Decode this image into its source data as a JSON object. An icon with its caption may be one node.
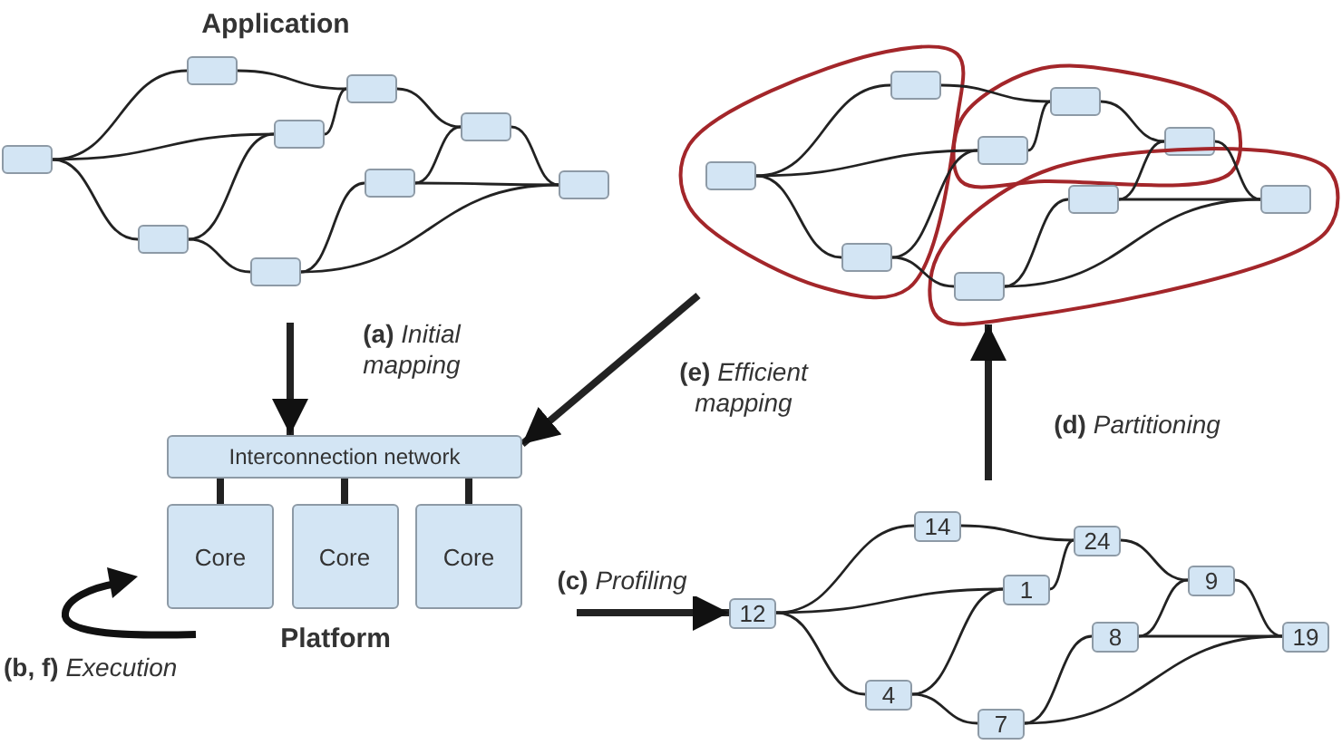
{
  "diagram": {
    "nodes": [
      {
        "text": [],
        "shape": "box"
      },
      {
        "text": [],
        "shape": "box"
      },
      {
        "text": [],
        "shape": "box"
      },
      {
        "text": [],
        "shape": "box"
      },
      {
        "text": [],
        "shape": "box"
      },
      {
        "text": [],
        "shape": "box"
      },
      {
        "text": [],
        "shape": "box"
      },
      {
        "text": [],
        "shape": "box"
      },
      {
        "text": [],
        "shape": "box"
      },
      {
        "text": [],
        "shape": "blob"
      },
      {
        "text": [],
        "shape": "box",
        "in": 9
      },
      {
        "text": [],
        "shape": "box",
        "in": 9
      },
      {
        "text": [],
        "shape": "box",
        "in": 9
      },
      {
        "text": [],
        "shape": "blob"
      },
      {
        "text": [],
        "shape": "box",
        "in": 13
      },
      {
        "text": [],
        "shape": "box",
        "in": 13
      },
      {
        "text": [],
        "shape": "box",
        "in": 13
      },
      {
        "text": [],
        "shape": "blob"
      },
      {
        "text": [],
        "shape": "box",
        "in": 17
      },
      {
        "text": [],
        "shape": "box",
        "in": 17
      },
      {
        "text": [],
        "shape": "box",
        "in": 17
      },
      {
        "text": [
          "Interconnection network"
        ]
      },
      {
        "text": [
          "Core"
        ]
      },
      {
        "text": [
          "Core"
        ]
      },
      {
        "text": [
          "Core"
        ]
      },
      {
        "text": [
          "12"
        ]
      },
      {
        "text": [
          "14"
        ]
      },
      {
        "text": [
          "24"
        ]
      },
      {
        "text": [
          "1"
        ]
      },
      {
        "text": [
          "9"
        ]
      },
      {
        "text": [
          "8"
        ]
      },
      {
        "text": [
          "19"
        ]
      },
      {
        "text": [
          "4"
        ]
      },
      {
        "text": [
          "7"
        ]
      }
    ],
    "edges": [
      {
        "from": 0,
        "to": 1,
        "arrow": "none"
      },
      {
        "from": 0,
        "to": 3,
        "arrow": "none"
      },
      {
        "from": 0,
        "to": 7,
        "arrow": "none"
      },
      {
        "from": 1,
        "to": 2,
        "arrow": "none"
      },
      {
        "from": 3,
        "to": 2,
        "arrow": "none"
      },
      {
        "from": 7,
        "to": 3,
        "arrow": "none"
      },
      {
        "from": 7,
        "to": 8,
        "arrow": "none"
      },
      {
        "from": 2,
        "to": 4,
        "arrow": "none"
      },
      {
        "from": 4,
        "to": 6,
        "arrow": "none"
      },
      {
        "from": 5,
        "to": 4,
        "arrow": "none"
      },
      {
        "from": 5,
        "to": 6,
        "arrow": "none"
      },
      {
        "from": 8,
        "to": 5,
        "arrow": "none"
      },
      {
        "from": 8,
        "to": 6,
        "arrow": "none"
      },
      {
        "from": 10,
        "to": 11,
        "arrow": "none"
      },
      {
        "from": 10,
        "to": 15,
        "arrow": "none"
      },
      {
        "from": 10,
        "to": 12,
        "arrow": "none"
      },
      {
        "from": 11,
        "to": 14,
        "arrow": "none"
      },
      {
        "from": 15,
        "to": 14,
        "arrow": "none"
      },
      {
        "from": 12,
        "to": 15,
        "arrow": "none"
      },
      {
        "from": 12,
        "to": 20,
        "arrow": "none"
      },
      {
        "from": 14,
        "to": 16,
        "arrow": "none"
      },
      {
        "from": 16,
        "to": 19,
        "arrow": "none"
      },
      {
        "from": 18,
        "to": 16,
        "arrow": "none"
      },
      {
        "from": 18,
        "to": 19,
        "arrow": "none"
      },
      {
        "from": 20,
        "to": 18,
        "arrow": "none"
      },
      {
        "from": 20,
        "to": 19,
        "arrow": "none"
      },
      {
        "from": 21,
        "to": 22,
        "arrow": "none",
        "style": "thick"
      },
      {
        "from": 21,
        "to": 23,
        "arrow": "none",
        "style": "thick"
      },
      {
        "from": 21,
        "to": 24,
        "arrow": "none",
        "style": "thick"
      },
      {
        "from": 25,
        "to": 26,
        "arrow": "none"
      },
      {
        "from": 25,
        "to": 28,
        "arrow": "none"
      },
      {
        "from": 25,
        "to": 32,
        "arrow": "none"
      },
      {
        "from": 26,
        "to": 27,
        "arrow": "none"
      },
      {
        "from": 28,
        "to": 27,
        "arrow": "none"
      },
      {
        "from": 32,
        "to": 28,
        "arrow": "none"
      },
      {
        "from": 32,
        "to": 33,
        "arrow": "none"
      },
      {
        "from": 27,
        "to": 29,
        "arrow": "none"
      },
      {
        "from": 29,
        "to": 31,
        "arrow": "none"
      },
      {
        "from": 30,
        "to": 29,
        "arrow": "none"
      },
      {
        "from": 30,
        "to": 31,
        "arrow": "none"
      },
      {
        "from": 33,
        "to": 30,
        "arrow": "none"
      },
      {
        "from": 33,
        "to": 31,
        "arrow": "none"
      },
      {
        "from": null,
        "to": 21,
        "arrow": "to",
        "style": "thick",
        "label": "**(a)** *Initial mapping*"
      },
      {
        "from": 9,
        "to": 21,
        "arrow": "to",
        "style": "thick",
        "label": "**(e)** *Efficient mapping*"
      },
      {
        "from": null,
        "to": 25,
        "arrow": "to",
        "style": "thick",
        "label": "**(c)** *Profiling*"
      },
      {
        "from": null,
        "to": 17,
        "arrow": "to",
        "style": "thick",
        "label": "**(d)** *Partitioning*"
      }
    ],
    "labels": [
      "Application",
      "Platform",
      "**(b, f)** *Execution*"
    ]
  }
}
